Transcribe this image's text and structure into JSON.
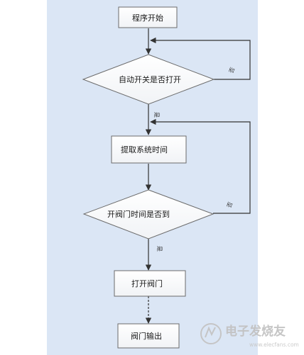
{
  "diagram": {
    "nodes": {
      "start": "程序开始",
      "switch_decision": "自动开关是否打开",
      "get_time": "提取系统时间",
      "time_decision": "开阀门时间是否到",
      "open_valve": "打开阀门",
      "valve_output": "阀门输出"
    },
    "edges": {
      "switch_no": "否",
      "switch_yes": "是",
      "time_no": "否",
      "time_yes": "是"
    }
  },
  "watermark": {
    "brand": "电子发烧友",
    "url": "www.elecfans.com"
  },
  "colors": {
    "panel": "#dbe6f5",
    "box_fill": "#fdfdfd",
    "box_stroke": "#6b6b6b",
    "line": "#333333",
    "watermark": "#bfbfbf"
  }
}
